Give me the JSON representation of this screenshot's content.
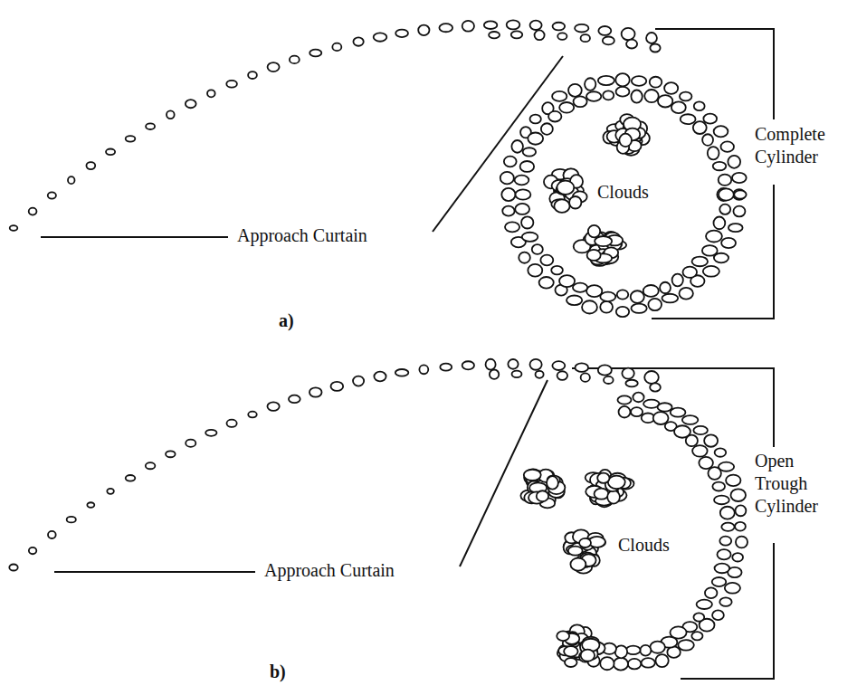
{
  "diagram": {
    "labels": [
      "Complete Cylinder",
      "Clouds",
      "Approach Curtain",
      "a)",
      "Open Trough Cylinder",
      "Clouds",
      "Approach Curtain",
      "b)"
    ]
  }
}
